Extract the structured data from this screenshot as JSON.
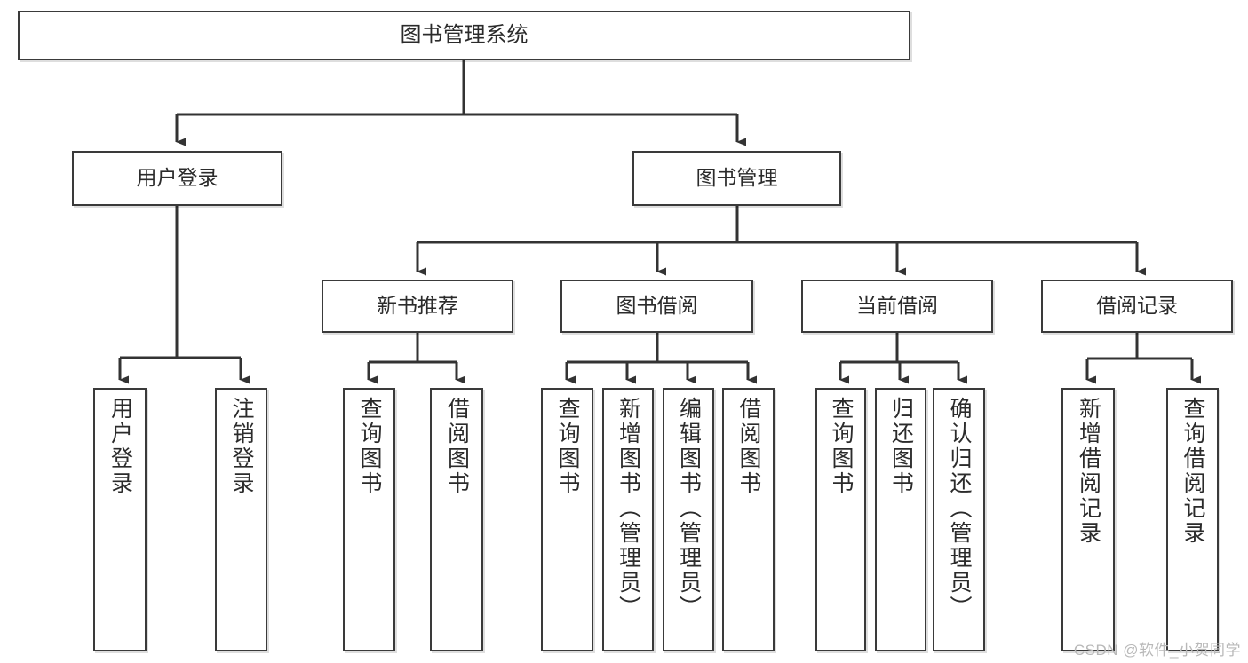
{
  "diagram": {
    "title": "图书管理系统",
    "type": "tree-hierarchy",
    "watermark": "CSDN @软件_小贺同学",
    "colors": {
      "border": "#3a3a3a",
      "background": "#ffffff",
      "text": "#2b2b2b",
      "edge": "#333333",
      "watermark": "#b8b8b8"
    },
    "levels": {
      "root": {
        "label": "图书管理系统"
      },
      "level2": [
        {
          "label": "用户登录"
        },
        {
          "label": "图书管理"
        }
      ],
      "level3": [
        {
          "label": "新书推荐"
        },
        {
          "label": "图书借阅"
        },
        {
          "label": "当前借阅"
        },
        {
          "label": "借阅记录"
        }
      ],
      "leaves": {
        "user_login": [
          {
            "label": "用户登录"
          },
          {
            "label": "注销登录"
          }
        ],
        "new_book_recommend": [
          {
            "label": "查询图书"
          },
          {
            "label": "借阅图书"
          }
        ],
        "book_borrow": [
          {
            "label": "查询图书"
          },
          {
            "label": "新增图书（管理员）"
          },
          {
            "label": "编辑图书（管理员）"
          },
          {
            "label": "借阅图书"
          }
        ],
        "current_borrow": [
          {
            "label": "查询图书"
          },
          {
            "label": "归还图书"
          },
          {
            "label": "确认归还（管理员）"
          }
        ],
        "borrow_record": [
          {
            "label": "新增借阅记录"
          },
          {
            "label": "查询借阅记录"
          }
        ]
      }
    }
  }
}
